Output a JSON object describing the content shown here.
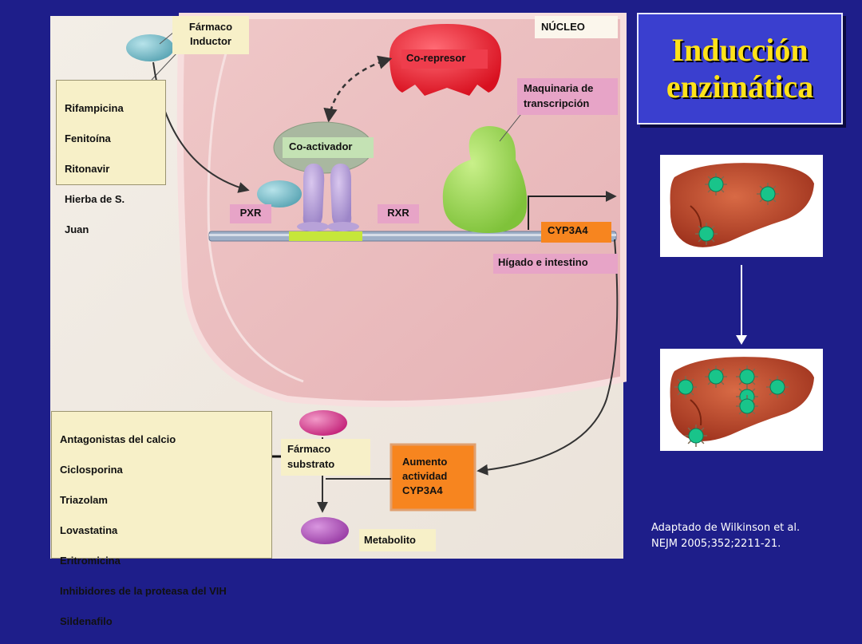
{
  "title": "Inducción\nenzimática",
  "nucleus_label": "NÚCLEO",
  "inducer_label": "Fármaco\nInductor",
  "inducer_drugs": [
    "Rifampicina",
    "Fenitoína",
    "Ritonavir",
    "Hierba de S.",
    "Juan"
  ],
  "corepressor_label": "Co-represor",
  "coactivator_label": "Co-activador",
  "transcription_label": "Maquinaria de\ntranscripción",
  "pxr_label": "PXR",
  "rxr_label": "RXR",
  "cyp_gene_label": "CYP3A4",
  "tissue_label": "Hígado e intestino",
  "increased_activity_label": "Aumento\nactividad\nCYP3A4",
  "substrate_label": "Fármaco\nsubstrato",
  "metabolite_label": "Metabolito",
  "substrate_drugs": [
    "Antagonistas del calcio",
    "Ciclosporina",
    "Triazolam",
    "Lovastatina",
    "Eritromicina",
    "Inhibidores de la proteasa del VIH",
    "Sildenafilo"
  ],
  "reference": "Adaptado de Wilkinson et al.\nNEJM 2005;352;2211-21.",
  "colors": {
    "background": "#1e1e8a",
    "title_text": "#ffe21a",
    "enzyme_marker": "#19c48a",
    "liver": "#b8452a"
  },
  "liver_enzyme_markers": {
    "before": 3,
    "after": 7
  }
}
